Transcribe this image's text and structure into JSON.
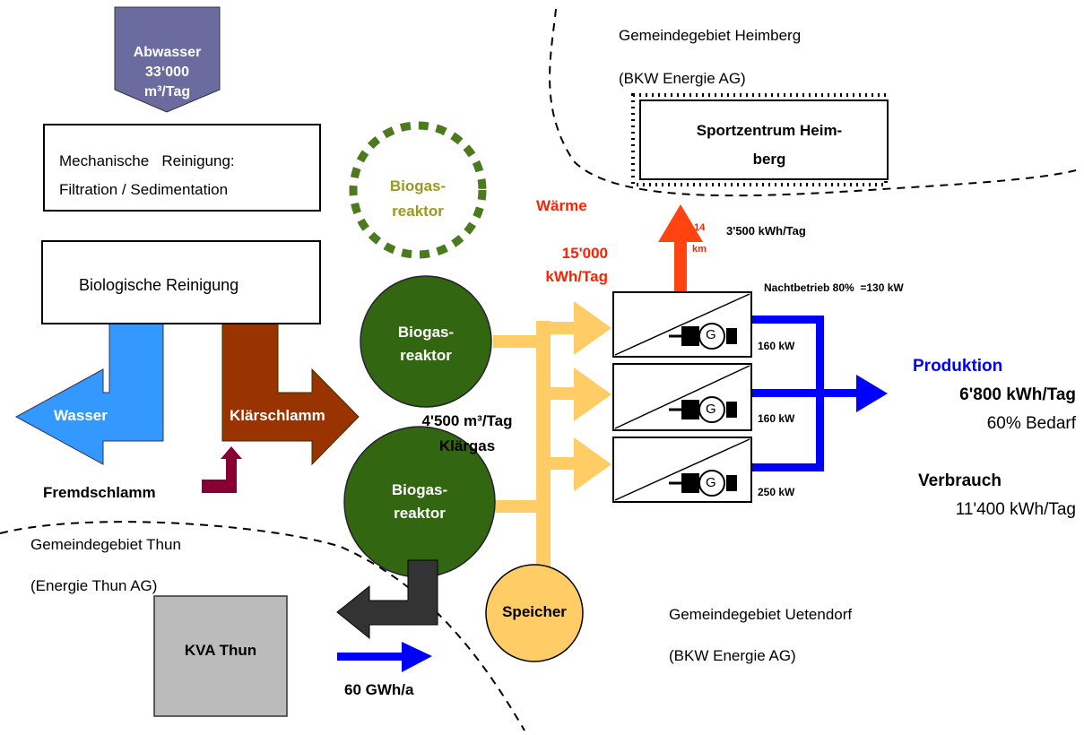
{
  "inflow": {
    "line1": "Abwasser",
    "line2": "33‘000",
    "line3": "m³/Tag"
  },
  "mechanical": {
    "line1": "Mechanische   Reinigung:",
    "line2": "Filtration / Sedimentation"
  },
  "biological": {
    "label": "Biologische Reinigung"
  },
  "water_output": {
    "label": "Wasser"
  },
  "sludge_output": {
    "label": "Klärschlamm"
  },
  "foreign_sludge": {
    "label": "Fremdschlamm"
  },
  "planned_reactor": {
    "line1": "Biogas-",
    "line2": "reaktor"
  },
  "reactor_1": {
    "line1": "Biogas-",
    "line2": "reaktor"
  },
  "reactor_2": {
    "line1": "Biogas-",
    "line2": "reaktor"
  },
  "storage": {
    "label": "Speicher"
  },
  "gas": {
    "line1": "4'500 m³/Tag",
    "line2": "Klärgas"
  },
  "heat": {
    "title": "Wärme",
    "line1": "15'000",
    "line2": "kWh/Tag"
  },
  "pipeline": {
    "distance_value": "14",
    "distance_unit": "km",
    "delivered": "3'500 kWh/Tag"
  },
  "sport_center": {
    "line1": "Sportzentrum Heim-",
    "line2": "berg"
  },
  "heimberg": {
    "line1": "Gemeindegebiet Heimberg",
    "line2": "(BKW Energie AG)"
  },
  "night": {
    "label": "Nachtbetrieb 80%  =130 kW"
  },
  "generators": [
    {
      "symbol": "G",
      "power": "160 kW"
    },
    {
      "symbol": "G",
      "power": "160 kW"
    },
    {
      "symbol": "G",
      "power": "250 kW"
    }
  ],
  "production": {
    "title": "Produktion",
    "value": "6'800 kWh/Tag",
    "share": "60% Bedarf"
  },
  "consumption": {
    "title": "Verbrauch",
    "value": "11'400 kWh/Tag"
  },
  "thun": {
    "line1": "Gemeindegebiet Thun",
    "line2": "(Energie Thun AG)"
  },
  "kva": {
    "label": "KVA Thun"
  },
  "kva_output": {
    "label": "60 GWh/a"
  },
  "uetendorf": {
    "line1": "Gemeindegebiet Uetendorf",
    "line2": "(BKW Energie AG)"
  },
  "colors": {
    "inflow": "#6b6b9f",
    "water": "#3399ff",
    "sludge": "#993300",
    "foreign_sludge": "#880033",
    "reactor": "#336611",
    "planned_reactor_text": "#999922",
    "storage": "#ffcc66",
    "gas_arrow": "#ffcc66",
    "heat_arrow": "#ff4411",
    "heat_text": "#ff2200",
    "power": "#0000ff",
    "kva": "#bbbbbb",
    "kva_arrow": "#333333"
  }
}
